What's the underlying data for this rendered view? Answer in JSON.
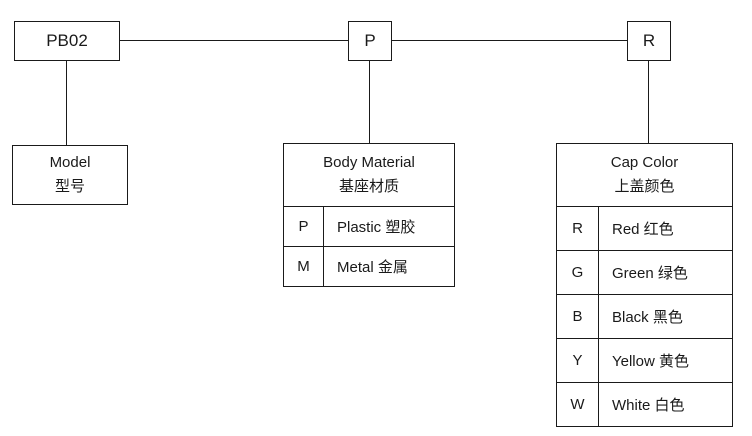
{
  "colors": {
    "line": "#1a1a1a",
    "background": "#ffffff"
  },
  "top_nodes": [
    {
      "label": "PB02"
    },
    {
      "label": "P"
    },
    {
      "label": "R"
    }
  ],
  "model_box": {
    "title_en": "Model",
    "title_zh": "型号"
  },
  "body_material": {
    "title_en": "Body  Material",
    "title_zh": "基座材质",
    "rows": [
      {
        "code": "P",
        "desc": "Plastic 塑胶"
      },
      {
        "code": "M",
        "desc": "Metal 金属"
      }
    ]
  },
  "cap_color": {
    "title_en": "Cap Color",
    "title_zh": "上盖颜色",
    "rows": [
      {
        "code": "R",
        "desc": "Red  红色"
      },
      {
        "code": "G",
        "desc": "Green 绿色"
      },
      {
        "code": "B",
        "desc": "Black 黑色"
      },
      {
        "code": "Y",
        "desc": "Yellow 黄色"
      },
      {
        "code": "W",
        "desc": "White 白色"
      }
    ]
  }
}
